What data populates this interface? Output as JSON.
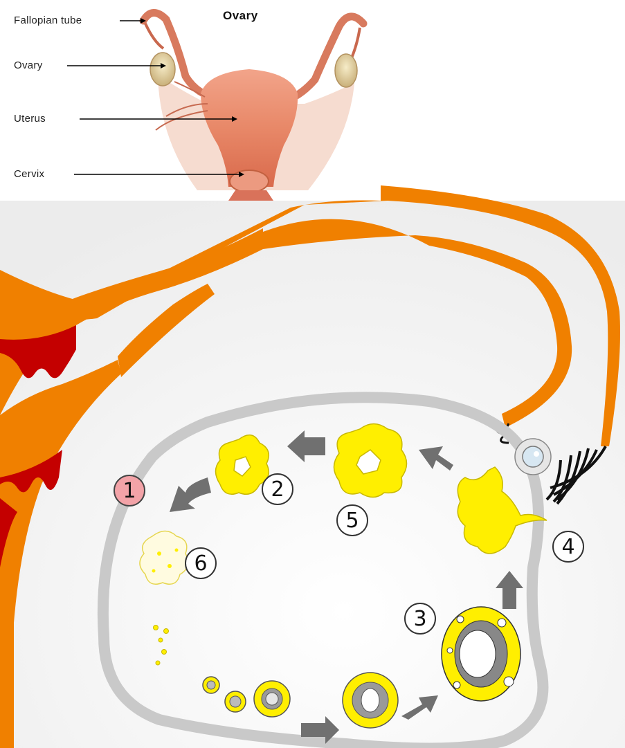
{
  "anatomy": {
    "title": "Ovary",
    "labels": {
      "fallopian_tube": "Fallopian tube",
      "ovary": "Ovary",
      "uterus": "Uterus",
      "cervix": "Cervix"
    }
  },
  "stages": [
    "1",
    "2",
    "3",
    "4",
    "5",
    "6"
  ],
  "colors": {
    "fallopian": "#f08000",
    "endometrium": "#c40000",
    "ovary_border": "#c9c9c9",
    "follicle": "#ffef00",
    "corpus": "#ffee00",
    "arrow": "#707070",
    "stage1_badge": "#f3a3a8"
  }
}
